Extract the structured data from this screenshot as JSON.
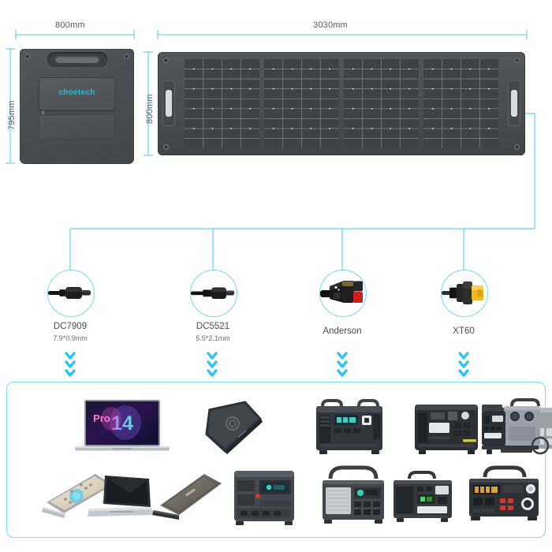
{
  "page": {
    "title": "Choetech Foldable Solar Panel - Dimensions & Compatibility",
    "brand": "choetech",
    "accent_cyan": "#29c5f6",
    "line_cyan": "#7fd8ef",
    "logo_cyan": "#00c9ea"
  },
  "dimensions": {
    "folded": {
      "width_label": "800mm",
      "height_label": "795mm"
    },
    "unfolded": {
      "width_label": "3030mm",
      "height_label": "800mm"
    }
  },
  "connectors": [
    {
      "name": "DC7909",
      "spec": "7.9*0.9mm",
      "icon": "dc-barrel-plug-icon"
    },
    {
      "name": "DC5521",
      "spec": "5.5*2.1mm",
      "icon": "dc-barrel-plug-icon"
    },
    {
      "name": "Anderson",
      "spec": "",
      "icon": "anderson-connector-icon"
    },
    {
      "name": "XT60",
      "spec": "",
      "icon": "xt60-connector-icon"
    }
  ],
  "arrows": {
    "glyph": "chevron-down-icon",
    "count_per_group": 3,
    "groups": 4
  },
  "devices": {
    "row1": [
      {
        "label": "laptop-pro-14",
        "type": "laptop-color-screen"
      },
      {
        "label": "power-bank",
        "type": "power-bank"
      },
      {
        "label": "power-station-dual",
        "type": "station-dark-wide"
      },
      {
        "label": "power-station-black",
        "type": "station-black"
      },
      {
        "label": "power-station-silver",
        "type": "station-two-tone"
      },
      {
        "label": "power-station-trolley",
        "type": "station-wheeled"
      }
    ],
    "row2": [
      {
        "label": "laptop-convertible",
        "type": "laptop-open-tilt"
      },
      {
        "label": "laptop-silver",
        "type": "laptop-open"
      },
      {
        "label": "laptop-closed",
        "type": "laptop-closed"
      },
      {
        "label": "power-station-tall",
        "type": "station-tall"
      },
      {
        "label": "power-station-vent",
        "type": "station-vent"
      },
      {
        "label": "power-station-compact",
        "type": "station-compact"
      },
      {
        "label": "power-station-wide",
        "type": "station-wide-dark"
      }
    ]
  }
}
